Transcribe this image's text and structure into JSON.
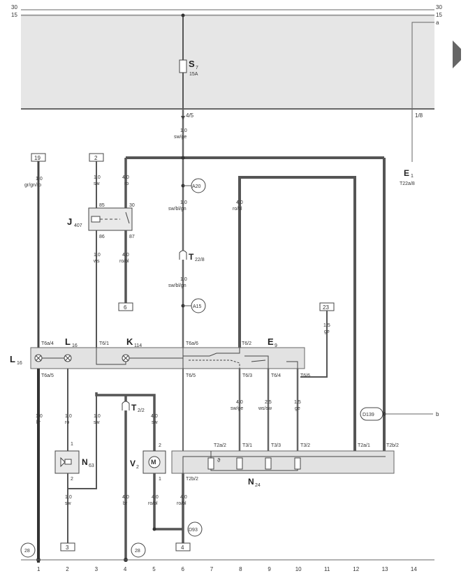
{
  "rails": {
    "r30": "30",
    "r15": "15",
    "ra": "a"
  },
  "terminals": {
    "b19": "19",
    "b2": "2",
    "b6": "6",
    "b23": "23",
    "b3": "3",
    "b4": "4",
    "c28a": "28",
    "c28b": "28"
  },
  "fuse": {
    "name": "S",
    "sub": "7",
    "rating": "15A",
    "pin": "4/5"
  },
  "wires": {
    "w_main": [
      "1,0",
      "sw/ge"
    ],
    "w19": [
      "1,0",
      "gr/gn/ro"
    ],
    "w2": [
      "1,0",
      "sw"
    ],
    "w_ro": [
      "4,0",
      "ro"
    ],
    "w_robl_mid": [
      "4,0",
      "ro/bl"
    ],
    "w_swblgn1": [
      "1,0",
      "sw/bl/gn"
    ],
    "w_swblgn2": [
      "1,0",
      "sw/bl/gn"
    ],
    "w_ws": [
      "1,0",
      "ws"
    ],
    "w_robl_87": [
      "4,0",
      "ro/bl"
    ],
    "w23": [
      "1,5",
      "ge"
    ],
    "w_br1": [
      "1,0",
      "br"
    ],
    "w_ro2": [
      "1,0",
      "ro"
    ],
    "w_sw3": [
      "1,0",
      "sw"
    ],
    "w_sw5": [
      "4,0",
      "sw"
    ],
    "w_swge": [
      "4,0",
      "sw/ge"
    ],
    "w_wssw": [
      "2,5",
      "ws/sw"
    ],
    "w_ge10": [
      "1,5",
      "ge"
    ],
    "w_sw2b": [
      "1,0",
      "sw"
    ],
    "w_br4": [
      "4,0",
      "br"
    ],
    "w_robl5": [
      "4,0",
      "ro/bl"
    ],
    "w_robl6": [
      "4,0",
      "ro/bl"
    ]
  },
  "components": {
    "J": "J",
    "J_sub": "407",
    "L16a": "L",
    "L16a_sub": "16",
    "L16b": "L",
    "L16b_sub": "16",
    "K": "K",
    "K_sub": "114",
    "E9": "E",
    "E9_sub": "9",
    "E1": "E",
    "E1_sub": "1",
    "E1_ref": "T22a/8",
    "T22": "T",
    "T22_sub": "22/8",
    "T2": "T",
    "T2_sub": "2/2",
    "N63": "N",
    "N63_sub": "63",
    "V2": "V",
    "V2_sub": "2",
    "N24": "N",
    "N24_sub": "24",
    "motor": "M",
    "theta": "ϑ"
  },
  "pins": {
    "p85": "85",
    "p30": "30",
    "p86": "86",
    "p87": "87",
    "t6a4": "T6a/4",
    "t61": "T6/1",
    "t6a6": "T6a/6",
    "t62": "T6/2",
    "t6a5": "T6a/5",
    "t65": "T6/5",
    "t63": "T6/3",
    "t64": "T6/4",
    "t66": "T6/6",
    "t2a2": "T2a/2",
    "t31": "T3/1",
    "t33": "T3/3",
    "t32": "T3/2",
    "t2a1": "T2a/1",
    "t2b2a": "T2b/2",
    "t2b2b": "T2b/2",
    "n1": "1",
    "n2": "2",
    "v2": "2",
    "v1": "1",
    "r18": "1/8"
  },
  "connectors": {
    "a20": "A20",
    "a15": "A15",
    "d139": "D139",
    "d93": "D93",
    "b": "b"
  },
  "columns": [
    "1",
    "2",
    "3",
    "4",
    "5",
    "6",
    "7",
    "8",
    "9",
    "10",
    "11",
    "12",
    "13",
    "14"
  ],
  "colors": {
    "wire_heavy": "#555555",
    "wire_mid": "#6e6e6e",
    "panel": "#e4e4e4",
    "frame": "#707070"
  }
}
